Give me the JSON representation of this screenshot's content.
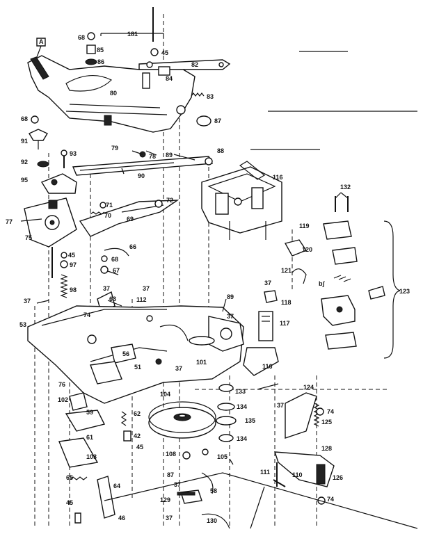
{
  "diagram": {
    "callout_letter": "A",
    "labels": [
      {
        "id": "181",
        "text": "181"
      },
      {
        "id": "68a",
        "text": "68"
      },
      {
        "id": "85",
        "text": "85"
      },
      {
        "id": "86",
        "text": "86"
      },
      {
        "id": "45a",
        "text": "45"
      },
      {
        "id": "82",
        "text": "82"
      },
      {
        "id": "84",
        "text": "84"
      },
      {
        "id": "80",
        "text": "80"
      },
      {
        "id": "83",
        "text": "83"
      },
      {
        "id": "87a",
        "text": "87"
      },
      {
        "id": "68b",
        "text": "68"
      },
      {
        "id": "91",
        "text": "91"
      },
      {
        "id": "93",
        "text": "93"
      },
      {
        "id": "79",
        "text": "79"
      },
      {
        "id": "78",
        "text": "78"
      },
      {
        "id": "89a",
        "text": "89"
      },
      {
        "id": "88",
        "text": "88"
      },
      {
        "id": "92",
        "text": "92"
      },
      {
        "id": "90",
        "text": "90"
      },
      {
        "id": "116",
        "text": "116"
      },
      {
        "id": "95",
        "text": "95"
      },
      {
        "id": "71",
        "text": "71"
      },
      {
        "id": "72",
        "text": "72"
      },
      {
        "id": "70",
        "text": "70"
      },
      {
        "id": "69",
        "text": "69"
      },
      {
        "id": "132",
        "text": "132"
      },
      {
        "id": "77",
        "text": "77"
      },
      {
        "id": "75",
        "text": "75"
      },
      {
        "id": "119",
        "text": "119"
      },
      {
        "id": "66",
        "text": "66"
      },
      {
        "id": "120",
        "text": "120"
      },
      {
        "id": "45b",
        "text": "45"
      },
      {
        "id": "68c",
        "text": "68"
      },
      {
        "id": "97",
        "text": "97"
      },
      {
        "id": "67",
        "text": "67"
      },
      {
        "id": "121",
        "text": "121"
      },
      {
        "id": "98",
        "text": "98"
      },
      {
        "id": "37a",
        "text": "37"
      },
      {
        "id": "37b",
        "text": "37"
      },
      {
        "id": "37c",
        "text": "37"
      },
      {
        "id": "118",
        "text": "118"
      },
      {
        "id": "123",
        "text": "123"
      },
      {
        "id": "63",
        "text": "63"
      },
      {
        "id": "112",
        "text": "112"
      },
      {
        "id": "89b",
        "text": "89"
      },
      {
        "id": "37d",
        "text": "37"
      },
      {
        "id": "117",
        "text": "117"
      },
      {
        "id": "53",
        "text": "53"
      },
      {
        "id": "74a",
        "text": "74"
      },
      {
        "id": "37e",
        "text": "37"
      },
      {
        "id": "56",
        "text": "56"
      },
      {
        "id": "51",
        "text": "51"
      },
      {
        "id": "37f",
        "text": "37"
      },
      {
        "id": "101",
        "text": "101"
      },
      {
        "id": "116b",
        "text": "116"
      },
      {
        "id": "76",
        "text": "76"
      },
      {
        "id": "133",
        "text": "133"
      },
      {
        "id": "124",
        "text": "124"
      },
      {
        "id": "102",
        "text": "102"
      },
      {
        "id": "104",
        "text": "104"
      },
      {
        "id": "134a",
        "text": "134"
      },
      {
        "id": "37g",
        "text": "37"
      },
      {
        "id": "74b",
        "text": "74"
      },
      {
        "id": "59",
        "text": "59"
      },
      {
        "id": "62",
        "text": "62"
      },
      {
        "id": "135",
        "text": "135"
      },
      {
        "id": "125",
        "text": "125"
      },
      {
        "id": "61",
        "text": "61"
      },
      {
        "id": "42",
        "text": "42"
      },
      {
        "id": "134b",
        "text": "134"
      },
      {
        "id": "103",
        "text": "103"
      },
      {
        "id": "45c",
        "text": "45"
      },
      {
        "id": "128",
        "text": "128"
      },
      {
        "id": "108",
        "text": "108"
      },
      {
        "id": "105",
        "text": "105"
      },
      {
        "id": "65",
        "text": "65"
      },
      {
        "id": "64",
        "text": "64"
      },
      {
        "id": "111",
        "text": "111"
      },
      {
        "id": "110",
        "text": "110"
      },
      {
        "id": "126",
        "text": "126"
      },
      {
        "id": "87b",
        "text": "87"
      },
      {
        "id": "37h",
        "text": "37"
      },
      {
        "id": "58",
        "text": "58"
      },
      {
        "id": "45d",
        "text": "45"
      },
      {
        "id": "129",
        "text": "129"
      },
      {
        "id": "74c",
        "text": "74"
      },
      {
        "id": "46",
        "text": "46"
      },
      {
        "id": "37i",
        "text": "37"
      },
      {
        "id": "130",
        "text": "130"
      },
      {
        "id": "bp",
        "text": "bʃ"
      }
    ]
  }
}
